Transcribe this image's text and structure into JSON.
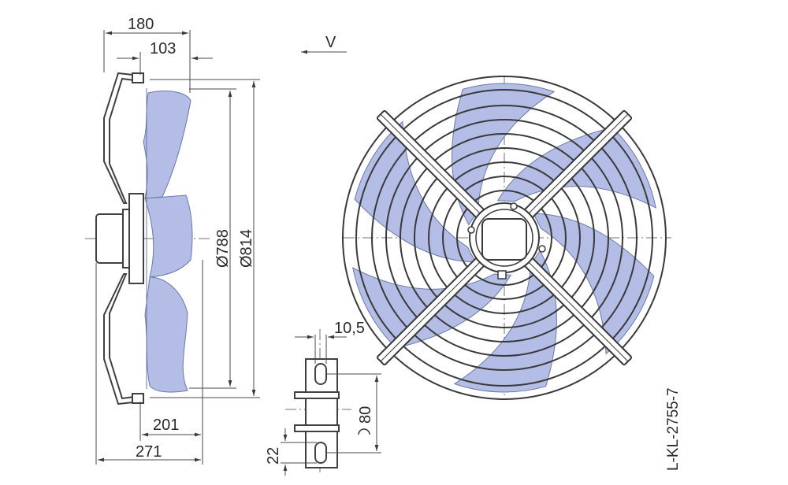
{
  "drawing_id": "L-KL-2755-7",
  "view_label": "V",
  "dimensions": {
    "total_depth_guard": "180",
    "guard_depth": "103",
    "blade_diameter": "Ø788",
    "guard_diameter": "Ø814",
    "hole_width": "10,5",
    "hole_spacing": "80",
    "mount_height": "22",
    "mount_offset": "201",
    "total_depth": "271"
  },
  "colors": {
    "blade_fill": "#b3bde6",
    "blade_edge": "#6b79a8",
    "line": "#3a3a3a"
  }
}
